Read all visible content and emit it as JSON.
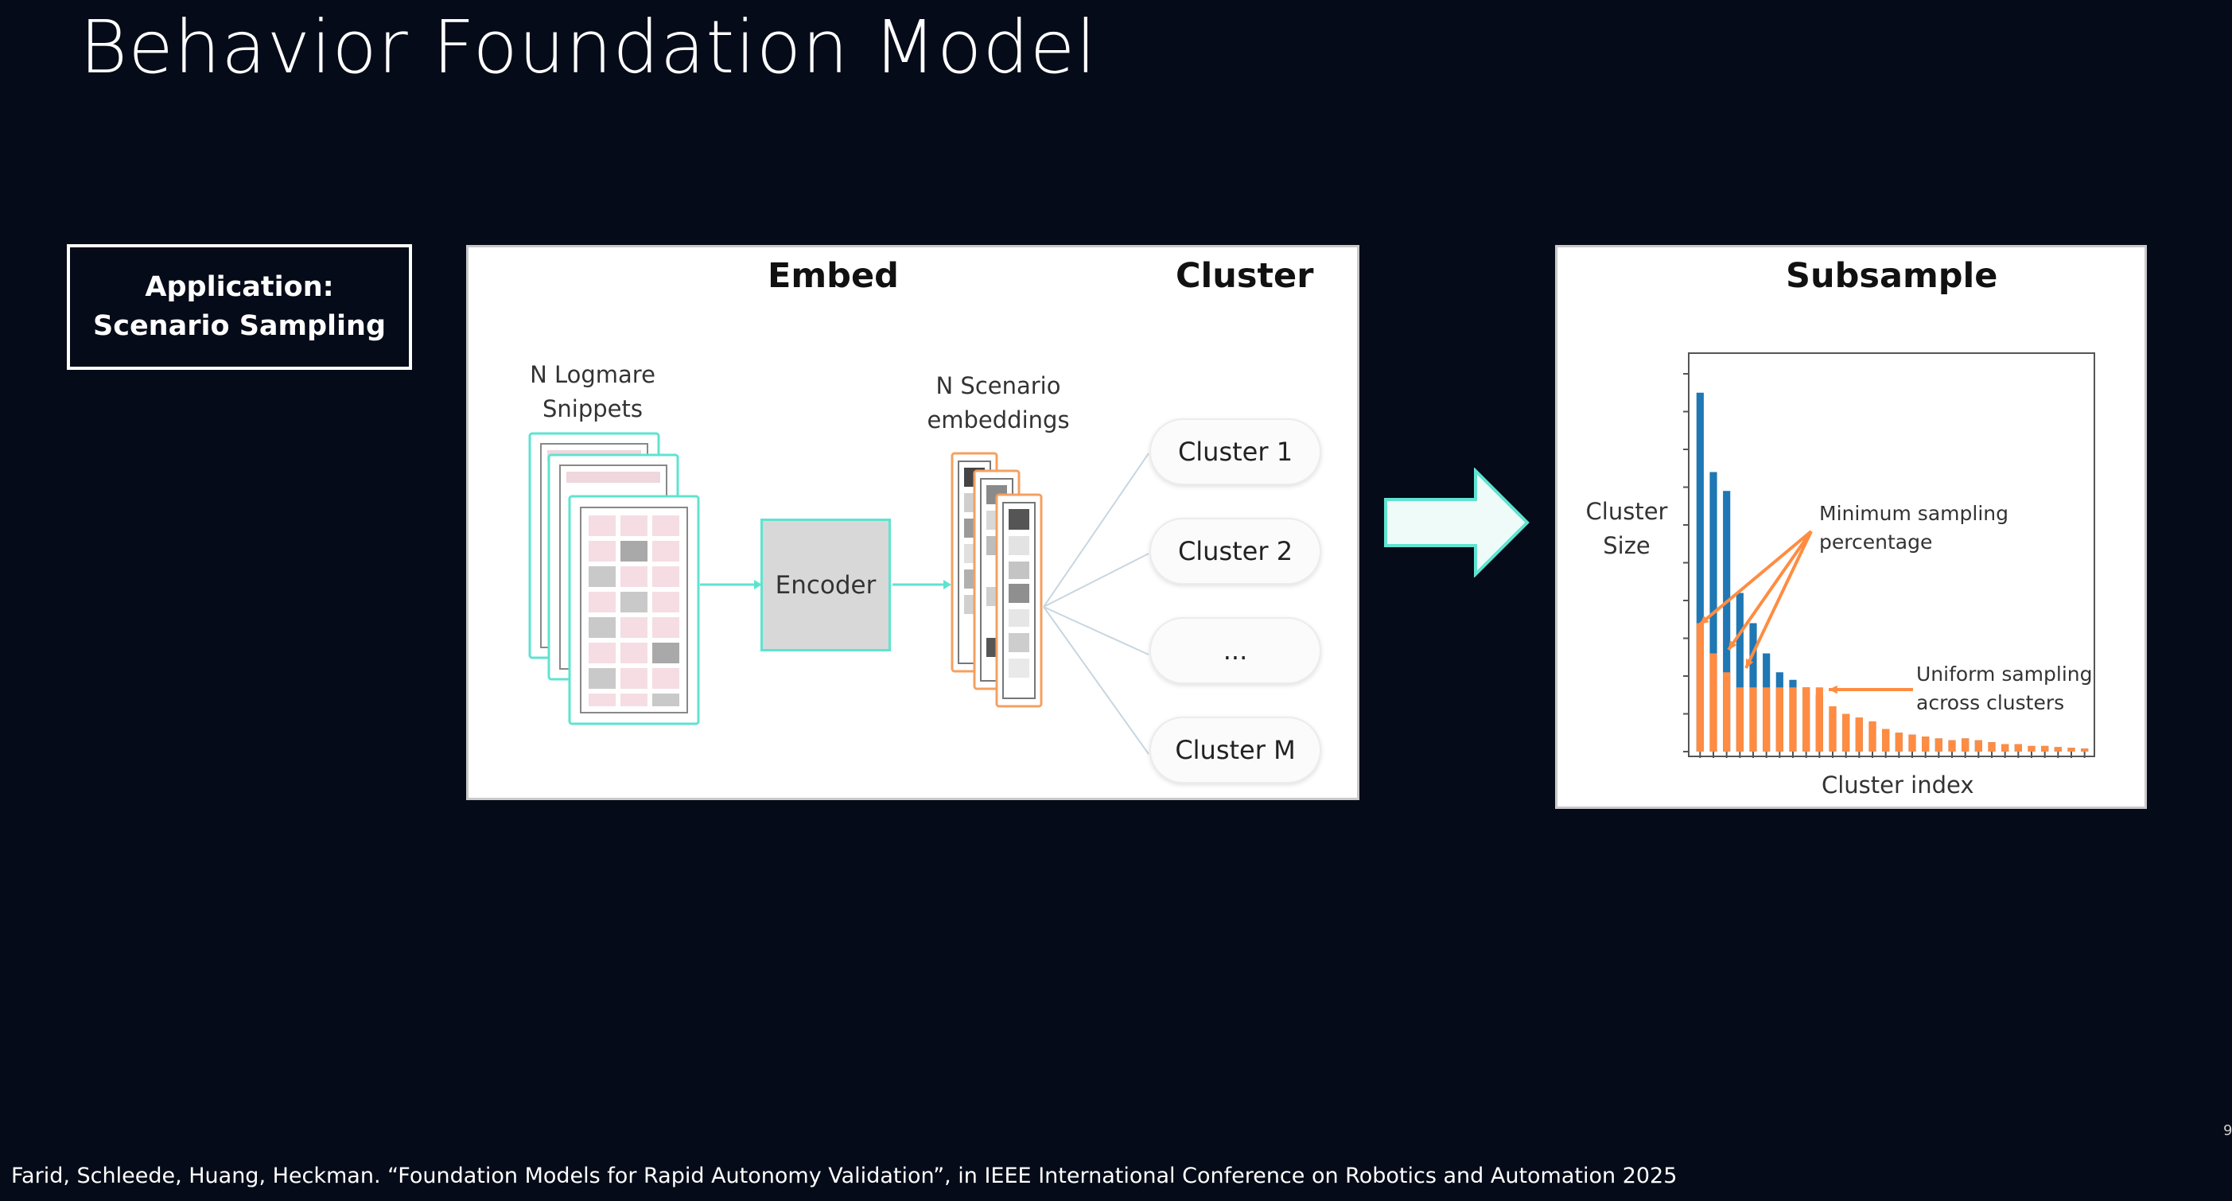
{
  "slide": {
    "title": "Behavior Foundation Model",
    "citation": "Farid, Schleede, Huang, Heckman. “Foundation Models for Rapid Autonomy Validation”, in IEEE International Conference on Robotics and Automation 2025",
    "page_number": "9"
  },
  "application": {
    "line1": "Application:",
    "line2": "Scenario Sampling"
  },
  "embed": {
    "heading": "Embed",
    "snippets_line1": "N Logmare",
    "snippets_line2": "Snippets",
    "encoder_label": "Encoder",
    "embeddings_line1": "N Scenario",
    "embeddings_line2": "embeddings"
  },
  "cluster": {
    "heading": "Cluster",
    "items": [
      "Cluster 1",
      "Cluster 2",
      "...",
      "Cluster M"
    ]
  },
  "subsample": {
    "heading": "Subsample",
    "min_sampling_line1": "Minimum sampling",
    "min_sampling_line2": "percentage",
    "uniform_line1": "Uniform sampling",
    "uniform_line2": "across clusters"
  },
  "colors": {
    "background": "#050b18",
    "teal": "#5fe3d0",
    "orange": "#f4a060",
    "blue": "#1f77b4",
    "sample_orange": "#ff8c42"
  },
  "chart_data": {
    "type": "bar",
    "xlabel": "Cluster index",
    "ylabel_line1": "Cluster",
    "ylabel_line2": "Size",
    "ylim": [
      0,
      1
    ],
    "series": [
      {
        "values": [
          0.95,
          0.74,
          0.69,
          0.42,
          0.34,
          0.26,
          0.21,
          0.19,
          0.17,
          0.15,
          0.12,
          0.1,
          0.09,
          0.08,
          0.06,
          0.05,
          0.045,
          0.04,
          0.035,
          0.03,
          0.035,
          0.03,
          0.025,
          0.02,
          0.02,
          0.015,
          0.015,
          0.012,
          0.01,
          0.008
        ]
      },
      {
        "values": [
          0.34,
          0.26,
          0.21,
          0.17,
          0.17,
          0.17,
          0.17,
          0.17,
          0.17,
          0.17,
          0.12,
          0.1,
          0.09,
          0.08,
          0.06,
          0.05,
          0.045,
          0.04,
          0.035,
          0.03,
          0.035,
          0.03,
          0.025,
          0.02,
          0.02,
          0.015,
          0.015,
          0.012,
          0.01,
          0.008
        ]
      }
    ]
  }
}
